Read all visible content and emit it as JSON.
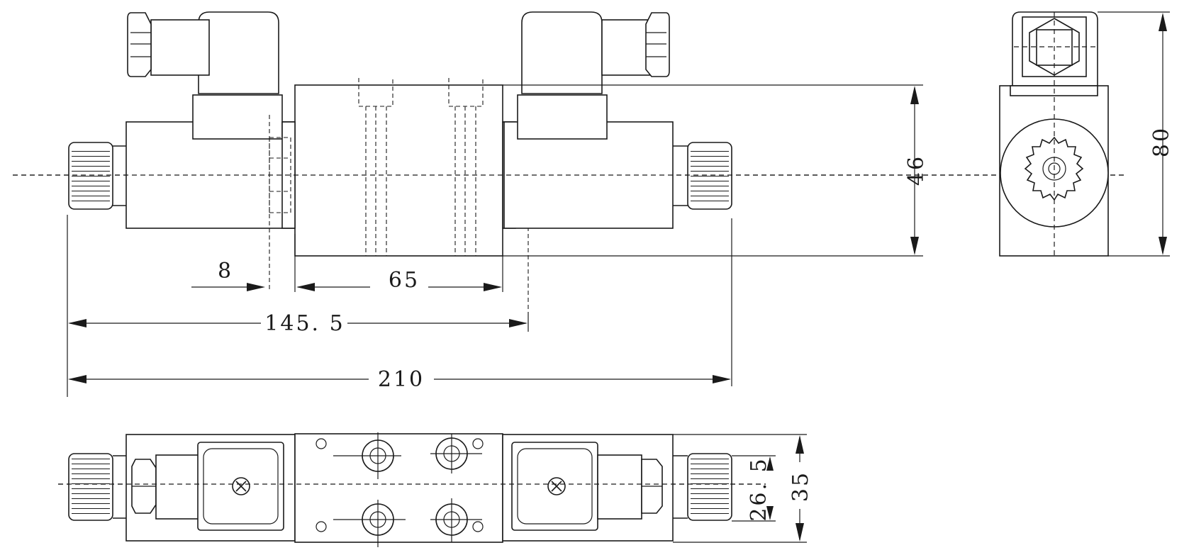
{
  "dimensions": {
    "dim_8": "8",
    "dim_65": "65",
    "dim_145_5": "145. 5",
    "dim_210": "210",
    "dim_46": "46",
    "dim_80": "80",
    "dim_26_5": "26. 5",
    "dim_35": "35"
  },
  "views": [
    "front-view",
    "side-view",
    "top-view"
  ]
}
